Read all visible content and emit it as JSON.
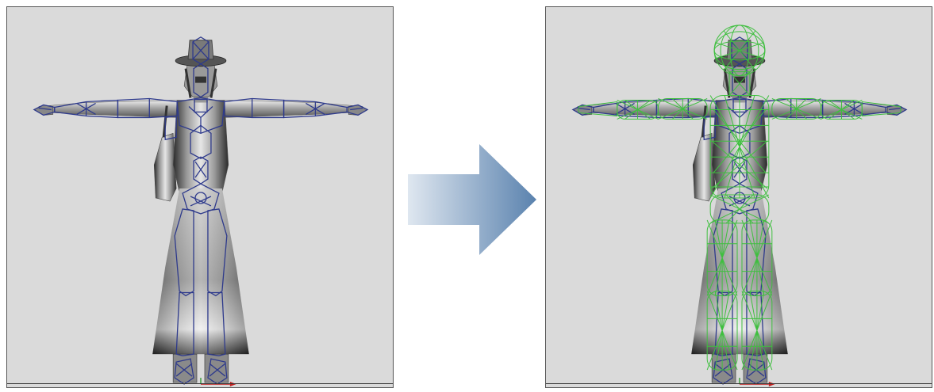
{
  "panels": [
    {
      "id": "before",
      "overlay": "none",
      "skeleton_color": "#2e3a8c"
    },
    {
      "id": "after",
      "overlay": "collision-capsules",
      "skeleton_color": "#2e3a8c",
      "overlay_color": "#3fbf3f"
    }
  ],
  "transition_arrow": {
    "icon": "right-arrow-icon",
    "gradient_start": "#d9e3ee",
    "gradient_end": "#5d85b0"
  },
  "viewport": {
    "background": "#dadada"
  }
}
